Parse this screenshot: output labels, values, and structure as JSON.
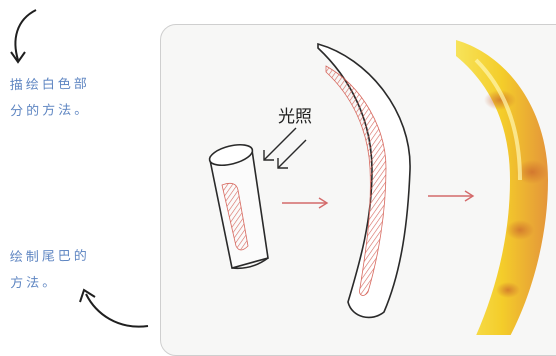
{
  "annotations": {
    "top_note": [
      "描绘白色部",
      "分的方法。"
    ],
    "bottom_note": [
      "绘制尾巴的",
      "方法。"
    ]
  },
  "illustration": {
    "light_label": "光照"
  },
  "colors": {
    "handwriting": "#5f86c2",
    "pencil_red": "#d7695f",
    "tail_yellow": "#f4cd2a",
    "tail_orange": "#e4953a"
  }
}
